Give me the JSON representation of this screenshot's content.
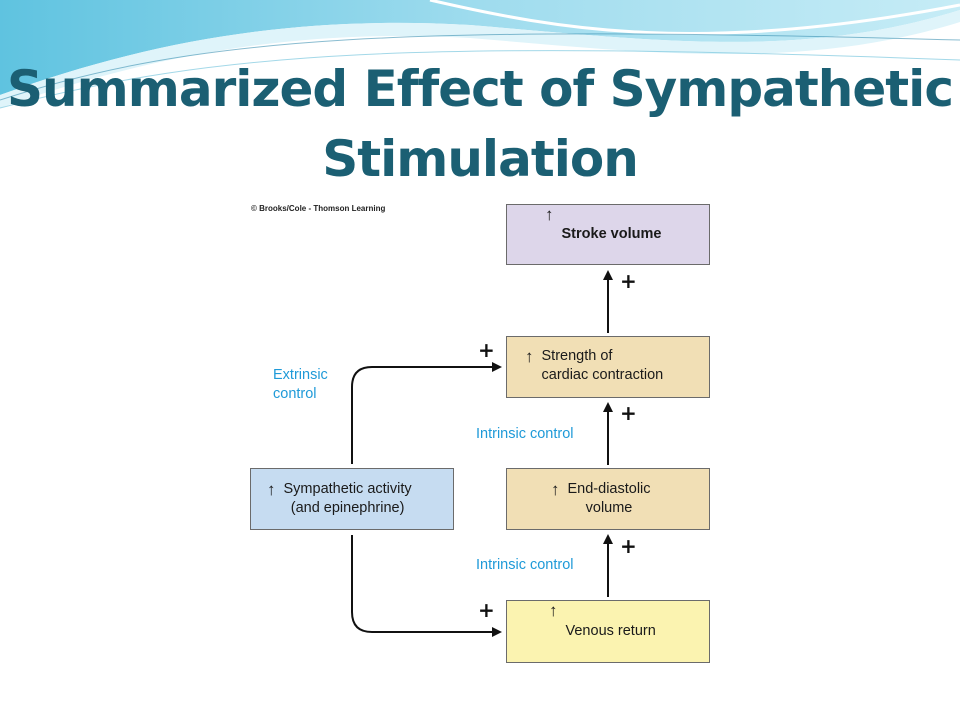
{
  "title": {
    "line1": "Summarized Effect of Sympathetic",
    "line2": "Stimulation"
  },
  "figure": {
    "copyright": "© Brooks/Cole - Thomson Learning",
    "up_arrow_glyph": "↑",
    "boxes": {
      "stroke_volume": "Stroke volume",
      "strength": "Strength of\ncardiac contraction",
      "end_diastolic": "End-diastolic\nvolume",
      "venous_return": "Venous return",
      "sympathetic": "Sympathetic activity\n(and epinephrine)"
    },
    "labels": {
      "extrinsic": "Extrinsic\ncontrol",
      "intrinsic_upper": "Intrinsic control",
      "intrinsic_lower": "Intrinsic control"
    },
    "plus_sign": "+"
  },
  "colors": {
    "title": "#1b5f73",
    "label_blue": "#1f9ad8",
    "stroke_box": "#ddd6ea",
    "tan_box": "#f1dfb5",
    "yellow_box": "#fbf3b0",
    "blue_box": "#c6dcf1"
  }
}
